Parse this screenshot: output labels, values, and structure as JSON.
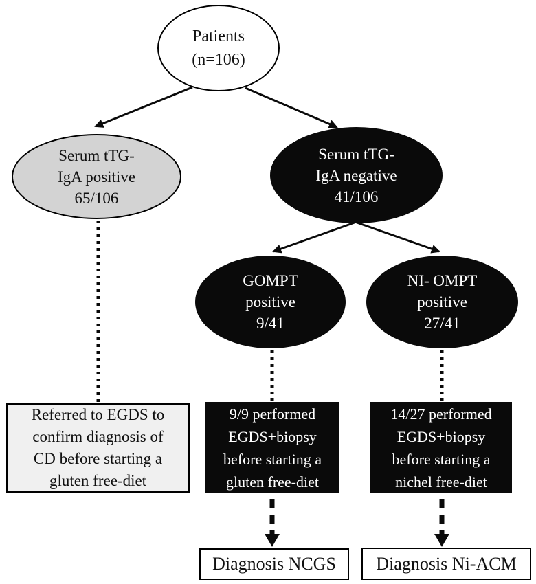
{
  "nodes": {
    "patients": {
      "lines": [
        "Patients",
        "(n=106)"
      ]
    },
    "ttg_positive": {
      "lines": [
        "Serum tTG-",
        "IgA positive",
        "65/106"
      ]
    },
    "ttg_negative": {
      "lines": [
        "Serum tTG-",
        "IgA negative",
        "41/106"
      ]
    },
    "gompt_positive": {
      "lines": [
        "GOMPT",
        "positive",
        "9/41"
      ]
    },
    "ni_ompt_positive": {
      "lines": [
        "NI- OMPT",
        "positive",
        "27/41"
      ]
    },
    "egds_referral": {
      "lines": [
        "Referred to EGDS to",
        "confirm diagnosis of",
        "CD before starting a",
        "gluten free-diet"
      ]
    },
    "egds_biopsy_gluten": {
      "lines": [
        "9/9 performed",
        "EGDS+biopsy",
        "before starting a",
        "gluten free-diet"
      ]
    },
    "egds_biopsy_nichel": {
      "lines": [
        "14/27 performed",
        "EGDS+biopsy",
        "before starting a",
        "nichel free-diet"
      ]
    },
    "diagnosis_ncgs": {
      "label": "Diagnosis NCGS"
    },
    "diagnosis_ni_acm": {
      "label": "Diagnosis Ni-ACM"
    }
  },
  "edges": [
    {
      "from": "patients",
      "to": "ttg_positive",
      "style": "solid-arrow"
    },
    {
      "from": "patients",
      "to": "ttg_negative",
      "style": "solid-arrow"
    },
    {
      "from": "ttg_negative",
      "to": "gompt_positive",
      "style": "solid-arrow"
    },
    {
      "from": "ttg_negative",
      "to": "ni_ompt_positive",
      "style": "solid-arrow"
    },
    {
      "from": "ttg_positive",
      "to": "egds_referral",
      "style": "dotted"
    },
    {
      "from": "gompt_positive",
      "to": "egds_biopsy_gluten",
      "style": "dotted"
    },
    {
      "from": "ni_ompt_positive",
      "to": "egds_biopsy_nichel",
      "style": "dotted"
    },
    {
      "from": "egds_biopsy_gluten",
      "to": "diagnosis_ncgs",
      "style": "dashed-arrow"
    },
    {
      "from": "egds_biopsy_nichel",
      "to": "diagnosis_ni_acm",
      "style": "dashed-arrow"
    }
  ],
  "colors": {
    "node_black": "#0a0a0a",
    "node_gray": "#d3d3d3",
    "box_light": "#f0f0f0",
    "outline": "#000000",
    "text_light": "#ffffff",
    "text_dark": "#111111",
    "background": "#ffffff"
  }
}
